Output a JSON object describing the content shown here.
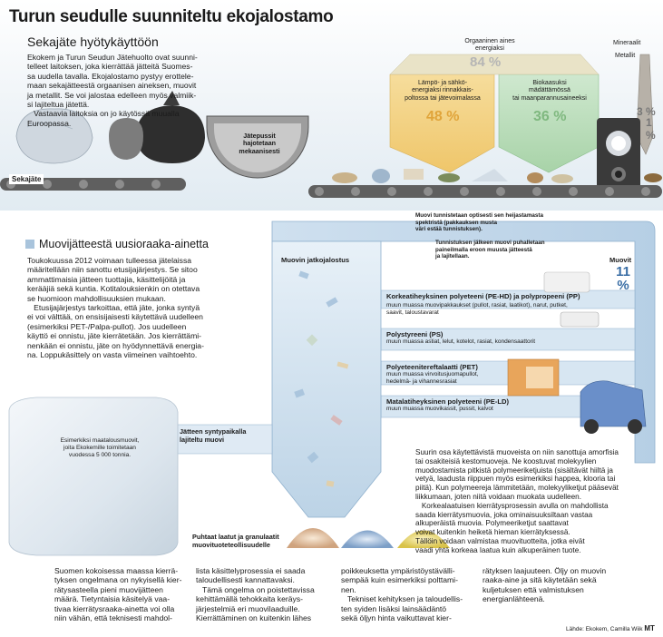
{
  "title": "Turun seudulle suunniteltu ekojalostamo",
  "section1": {
    "heading": "Sekajäte hyötykäyttöön",
    "intro_lines": [
      "Ekokem ja Turun Seudun Jätehuolto ovat suunni-",
      "telleet laitoksen, joka kierrättää jätteitä Suomes-",
      "sa uudella tavalla. Ekojalostamo pystyy erottele-",
      "maan sekajätteestä orgaanisen aineksen, muovit",
      "ja metallit. Se voi jalostaa edelleen myös valmiik-",
      "si lajiteltua jätettä.",
      "   Vastaavia laitoksia on jo käytössä muualla",
      "Euroopassa."
    ]
  },
  "flow": {
    "sekajate_label": "Sekajäte",
    "bags_label_lines": [
      "Jätepussit",
      "hajotetaan",
      "mekaanisesti"
    ],
    "optical_lines": [
      "Muovi tunnistetaan optisesti sen heijastamasta",
      "spektristä (pakkauksen musta",
      "väri estää tunnistuksen)."
    ],
    "air_lines": [
      "Tunnistuksen jälkeen muovi puhalletaan",
      "paineilmalla eroon muusta jätteestä",
      "ja lajitellaan."
    ]
  },
  "organic": {
    "label_lines": [
      "Orgaaninen aines",
      "energiaksi"
    ],
    "percent": "84 %",
    "split": [
      {
        "label_lines": [
          "Lämpö- ja sähkö-",
          "energiaksi rinnakkais-",
          "poltossa tai jätevoimalassa"
        ],
        "percent": "48 %"
      },
      {
        "label_lines": [
          "Biokaasuksi",
          "mädättämössä",
          "tai maanparannusaineeksi"
        ],
        "percent": "36 %"
      }
    ]
  },
  "minerals": {
    "label": "Mineraalit",
    "metals_label": "Metallit",
    "percent": "3 %",
    "percent2": "1 %"
  },
  "plastics": {
    "label": "Muovit",
    "percent": "11 %"
  },
  "section2": {
    "heading": "Muovijätteestä uusioraaka-ainetta",
    "body_lines": [
      "Toukokuussa 2012 voimaan tulleessa jätelaissa",
      "määritellään niin sanottu etusijajärjestys. Se sitoo",
      "ammattimaisia jätteen tuottajia, käsittelijöitä ja",
      "kerääjiä sekä kuntia. Kotitalouksienkin on otettava",
      "se huomioon mahdollisuuksien mukaan.",
      "   Etusijajärjestys tarkoittaa, että jäte, jonka syntyä",
      "ei voi välttää, on ensisijaisesti käytettävä uudelleen",
      "(esimerkiksi PET-/Palpa-pullot). Jos uudelleen",
      "käyttö ei onnistu, jäte kierrätetään. Jos kierrättämi-",
      "nenkään ei onnistu, jäte on hyödynnettävä energia-",
      "na. Loppukäsittely on vasta viimeinen vaihtoehto."
    ]
  },
  "processing": {
    "title": "Muovin jatkojalostus",
    "categories": [
      {
        "title_lines": [
          "Korkeatiheyksinen polyeteeni (PE-HD) ja polypropeeni (PP)"
        ],
        "desc_lines": [
          "muun muassa muovipakkaukset (pullot, rasiat, laatikot), narut, putket,",
          "saavit, taloustavarat"
        ]
      },
      {
        "title_lines": [
          "Polystyreeni (PS)"
        ],
        "desc_lines": [
          "muun muassa astiat, lelut, kotelot, rasiat, kondensaattorit"
        ]
      },
      {
        "title_lines": [
          "Polyeteenitereftalaatti (PET)"
        ],
        "desc_lines": [
          "muun muassa virvoitusjuomapullot,",
          "hedelmä- ja vihannesrasiat"
        ]
      },
      {
        "title_lines": [
          "Matalatiheyksinen polyeteeni (PE-LD)"
        ],
        "desc_lines": [
          "muun muassa muovikassit, pussit, kalvot"
        ]
      }
    ],
    "residue_lines": [
      "Jätteen syntypaikalla",
      "lajiteltu muovi"
    ],
    "bale_lines": [
      "Esimerkiksi maatalousmuovit,",
      "joita Ekokemille toimitetaan",
      "vuodessa 5 000 tonnia."
    ],
    "output_lines": [
      "Puhtaat laatut ja granulaatit",
      "muovituoteteollisuudelle"
    ]
  },
  "amorph_lines": [
    "Suurin osa käytettävistä muoveista on niin sanottuja amorfisia",
    "tai osakiteisiä kestomuoveja. Ne koostuvat molekyylien",
    "muodostamista pitkistä polymeeriketjuista (sisältävät hiiltä ja",
    "vetyä, laadusta riippuen myös esimerkiksi happea, klooria tai",
    "piitä). Kun polymeereja lämmitetään, molekyyliketjut pääsevät",
    "liikkumaan, joten niitä voidaan muokata uudelleen.",
    "   Korkealaatuisen kierrätysprosessin avulla on mahdollista",
    "saada kierrätysmuovia, joka ominaisuuksiltaan vastaa",
    "alkuperäistä muovia. Polymeeriketjut saattavat",
    "voivat kuitenkin heiketä hieman kierrätyksessä.",
    "Tällöin voidaan valmistaa muovituotteita, jotka eivät",
    "vaadi yhtä korkeaa laatua kuin alkuperäinen tuote."
  ],
  "bottom_cols": [
    [
      "Suomen kokoisessa maassa kierrä-",
      "tyksen ongelmana on nykyisellä kier-",
      "rätysasteella pieni muovijätteen",
      "määrä. Tietyntaisia käsitelyä vaa-",
      "tivaa kierrätysraaka-ainetta voi olla",
      "niin vähän, että teknisesti mahdol-"
    ],
    [
      "lista käsittelyprosessia ei saada",
      "taloudellisesti kannattavaksi.",
      "   Tämä ongelma on poistettavissa",
      "kehittämällä tehokkaita keräys-",
      "järjestelmiä eri muovilaaduille.",
      "Kierrättäminen on kuitenkin lähes"
    ],
    [
      "poikkeuksetta ympäristöystävälli-",
      "sempää kuin esimerkiksi polttami-",
      "nen.",
      "   Tekniset kehityksen ja taloudellis-",
      "ten syiden lisäksi lainsäädäntö",
      "sekä öljyn hinta vaikuttavat kier-"
    ],
    [
      "rätyksen laajuuteen. Öljy on muovin",
      "raaka-aine ja sitä käytetään sekä",
      "kuljetuksen että valmistuksen",
      "energianlähteenä."
    ]
  ],
  "source": "Lähde: Ekokem, Camilla Wiik",
  "source_tag": "MT",
  "colors": {
    "organic": "#f2cf7e",
    "biogas": "#b9dcb9",
    "plastics": "#cfe0ef",
    "accent": "#4a7aa8",
    "belt": "#6d6d6d"
  }
}
